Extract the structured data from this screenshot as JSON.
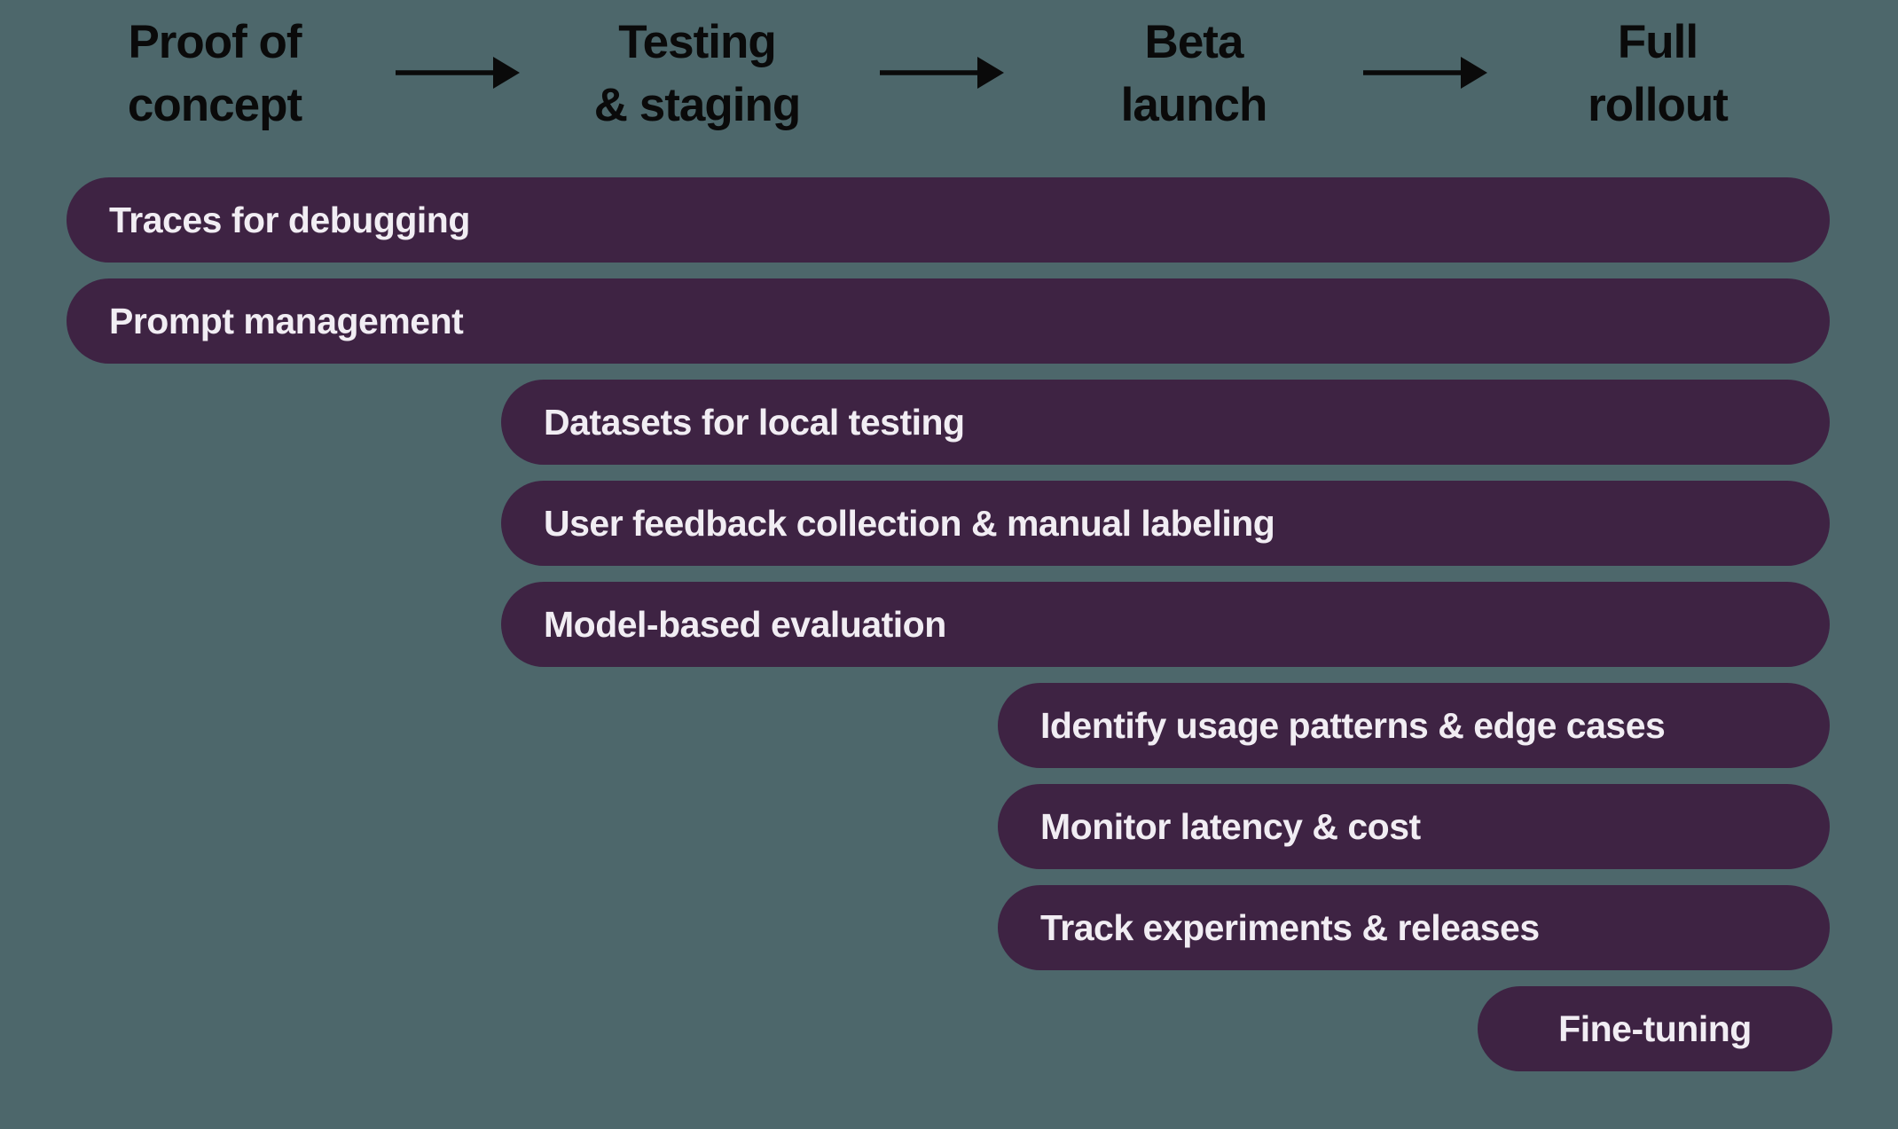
{
  "colors": {
    "background": "#4d676b",
    "bar_fill": "#3e2343",
    "bar_text": "#f1edf3",
    "stage_text": "#0a0a0a",
    "arrow": "#0a0a0a"
  },
  "stages": [
    {
      "line1": "Proof of",
      "line2": "concept"
    },
    {
      "line1": "Testing",
      "line2": "& staging"
    },
    {
      "line1": "Beta",
      "line2": "launch"
    },
    {
      "line1": "Full",
      "line2": "rollout"
    }
  ],
  "bars": [
    {
      "label": "Traces for debugging",
      "start_stage": "Proof of concept",
      "end_stage": "Full rollout"
    },
    {
      "label": "Prompt management",
      "start_stage": "Proof of concept",
      "end_stage": "Full rollout"
    },
    {
      "label": "Datasets for local testing",
      "start_stage": "Testing & staging",
      "end_stage": "Full rollout"
    },
    {
      "label": "User feedback collection & manual labeling",
      "start_stage": "Testing & staging",
      "end_stage": "Full rollout"
    },
    {
      "label": "Model-based evaluation",
      "start_stage": "Testing & staging",
      "end_stage": "Full rollout"
    },
    {
      "label": "Identify usage patterns & edge cases",
      "start_stage": "Beta launch",
      "end_stage": "Full rollout"
    },
    {
      "label": "Monitor latency & cost",
      "start_stage": "Beta launch",
      "end_stage": "Full rollout"
    },
    {
      "label": "Track experiments & releases",
      "start_stage": "Beta launch",
      "end_stage": "Full rollout"
    },
    {
      "label": "Fine-tuning",
      "start_stage": "Full rollout",
      "end_stage": "Full rollout"
    }
  ]
}
